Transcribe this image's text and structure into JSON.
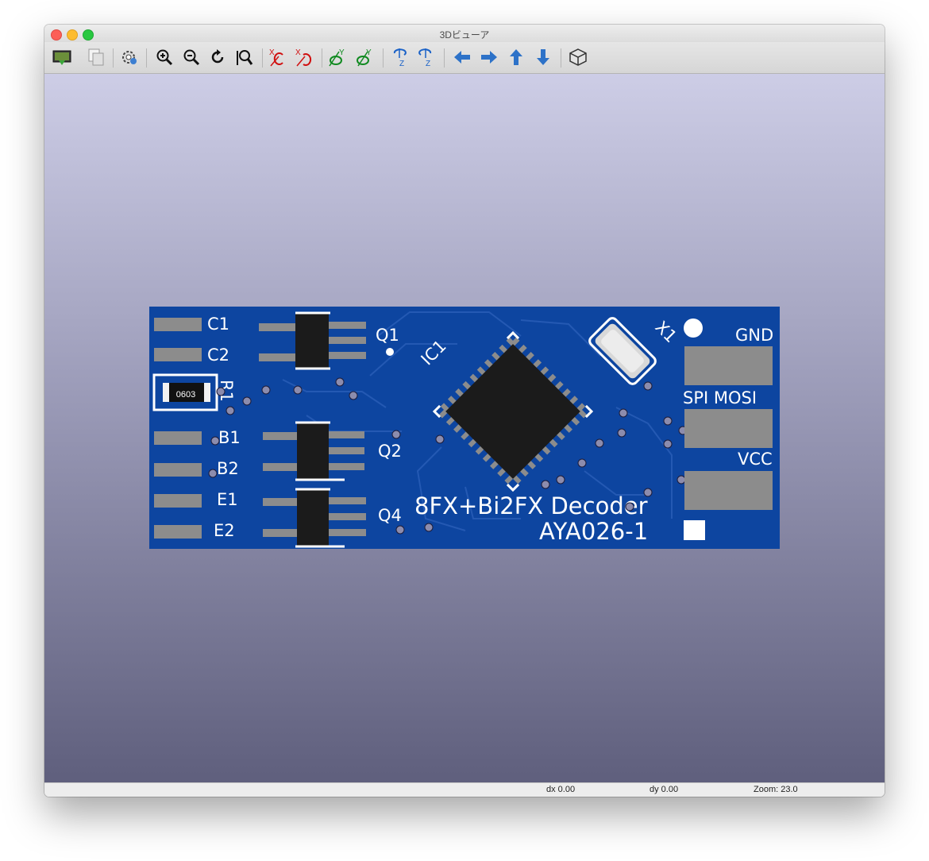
{
  "window": {
    "title": "3Dビューア"
  },
  "toolbar": {
    "buttons": [
      {
        "name": "render-board-icon",
        "label": "render board"
      },
      {
        "name": "copy-image-icon",
        "label": "copy"
      },
      {
        "name": "settings-icon",
        "label": "settings"
      },
      {
        "name": "zoom-in-icon",
        "label": "zoom in"
      },
      {
        "name": "zoom-out-icon",
        "label": "zoom out"
      },
      {
        "name": "redraw-icon",
        "label": "redraw"
      },
      {
        "name": "zoom-fit-icon",
        "label": "zoom to fit"
      },
      {
        "name": "rotate-x-cw-icon",
        "label": "X"
      },
      {
        "name": "rotate-x-ccw-icon",
        "label": "X"
      },
      {
        "name": "rotate-y-cw-icon",
        "label": "Y"
      },
      {
        "name": "rotate-y-ccw-icon",
        "label": "Y"
      },
      {
        "name": "rotate-z-cw-icon",
        "label": "Z"
      },
      {
        "name": "rotate-z-ccw-icon",
        "label": "Z"
      },
      {
        "name": "move-left-icon",
        "label": "left"
      },
      {
        "name": "move-right-icon",
        "label": "right"
      },
      {
        "name": "move-up-icon",
        "label": "up"
      },
      {
        "name": "move-down-icon",
        "label": "down"
      },
      {
        "name": "orthographic-icon",
        "label": "cube"
      }
    ]
  },
  "board": {
    "silk_left": [
      "C1",
      "C2",
      "R1",
      "B1",
      "B2",
      "E1",
      "E2"
    ],
    "resistor_code": "0603",
    "q1": "Q1",
    "q2": "Q2",
    "q4": "Q4",
    "ic": "IC1",
    "crystal": "X1",
    "gnd": "GND",
    "spi_mosi": "SPI MOSI",
    "vcc": "VCC",
    "title": "8FX+Bi2FX Decoder",
    "part_no": "AYA026-1",
    "colors": {
      "board": "#0d45a0",
      "silk": "#ffffff",
      "pad": "#8c8c8c",
      "chip": "#1b1b1b"
    }
  },
  "status": {
    "dx": "dx 0.00",
    "dy": "dy 0.00",
    "zoom": "Zoom: 23.0"
  }
}
